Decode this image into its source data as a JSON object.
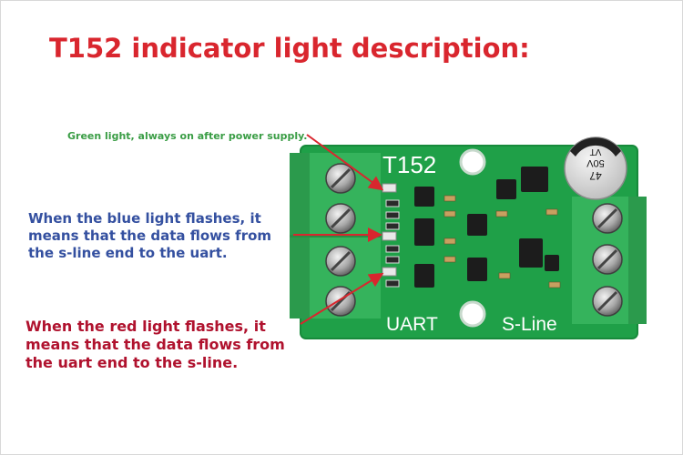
{
  "title": "T152 indicator light description:",
  "notes": {
    "green": "Green light, always on after power supply.",
    "blue": "When the blue light flashes, it means that the data flows from the s-line end to the uart.",
    "red": "When the red light flashes, it means that the data flows from the uart end to the s-line."
  },
  "board": {
    "model": "T152",
    "left_port": "UART",
    "right_port": "S-Line",
    "capacitor_value": "47",
    "capacitor_voltage": "50V",
    "capacitor_code": "VT"
  },
  "colors": {
    "title": "#d9262e",
    "green_note": "#3a9d45",
    "blue_note": "#3450a0",
    "red_note": "#b0122e",
    "pcb": "#1fa048",
    "terminal": "#35b35c",
    "arrow": "#d9262e"
  }
}
